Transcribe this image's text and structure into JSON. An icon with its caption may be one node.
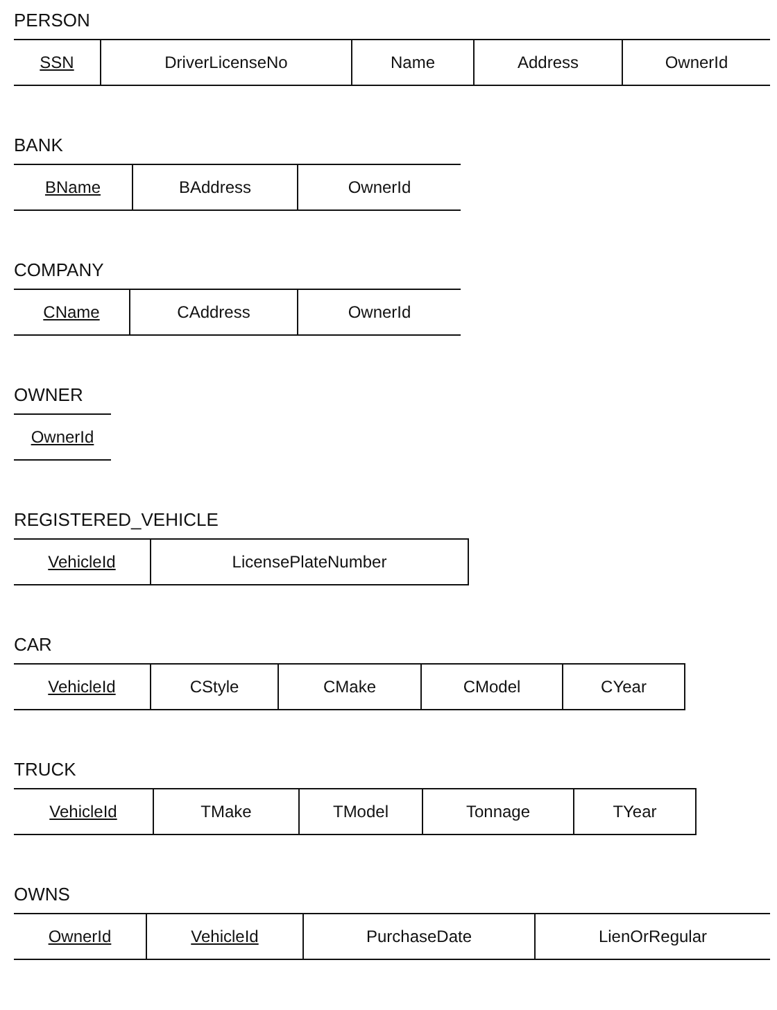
{
  "diagram": {
    "nodes": [
      {
        "text": [
          "PERSON"
        ]
      },
      {
        "text": [
          "SSN"
        ],
        "in": 0
      },
      {
        "text": [
          "DriverLicenseNo"
        ],
        "in": 0
      },
      {
        "text": [
          "Name"
        ],
        "in": 0
      },
      {
        "text": [
          "Address"
        ],
        "in": 0
      },
      {
        "text": [
          "OwnerId"
        ],
        "in": 0
      },
      {
        "text": [
          "BANK"
        ]
      },
      {
        "text": [
          "BName"
        ],
        "in": 6
      },
      {
        "text": [
          "BAddress"
        ],
        "in": 6
      },
      {
        "text": [
          "OwnerId"
        ],
        "in": 6
      },
      {
        "text": [
          "COMPANY"
        ]
      },
      {
        "text": [
          "CName"
        ],
        "in": 10
      },
      {
        "text": [
          "CAddress"
        ],
        "in": 10
      },
      {
        "text": [
          "OwnerId"
        ],
        "in": 10
      },
      {
        "text": [
          "OWNER"
        ]
      },
      {
        "text": [
          "OwnerId"
        ],
        "in": 14
      },
      {
        "text": [
          "REGISTERED_VEHICLE"
        ]
      },
      {
        "text": [
          "VehicleId"
        ],
        "in": 16
      },
      {
        "text": [
          "LicensePlateNumber"
        ],
        "in": 16
      },
      {
        "text": [
          "CAR"
        ]
      },
      {
        "text": [
          "VehicleId"
        ],
        "in": 19
      },
      {
        "text": [
          "CStyle"
        ],
        "in": 19
      },
      {
        "text": [
          "CMake"
        ],
        "in": 19
      },
      {
        "text": [
          "CModel"
        ],
        "in": 19
      },
      {
        "text": [
          "CYear"
        ],
        "in": 19
      },
      {
        "text": [
          "TRUCK"
        ]
      },
      {
        "text": [
          "VehicleId"
        ],
        "in": 25
      },
      {
        "text": [
          "TMake"
        ],
        "in": 25
      },
      {
        "text": [
          "TModel"
        ],
        "in": 25
      },
      {
        "text": [
          "Tonnage"
        ],
        "in": 25
      },
      {
        "text": [
          "TYear"
        ],
        "in": 25
      },
      {
        "text": [
          "OWNS"
        ]
      },
      {
        "text": [
          "OwnerId"
        ],
        "in": 31
      },
      {
        "text": [
          "VehicleId"
        ],
        "in": 31
      },
      {
        "text": [
          "PurchaseDate"
        ],
        "in": 31
      },
      {
        "text": [
          "LienOrRegular"
        ],
        "in": 31
      }
    ]
  }
}
